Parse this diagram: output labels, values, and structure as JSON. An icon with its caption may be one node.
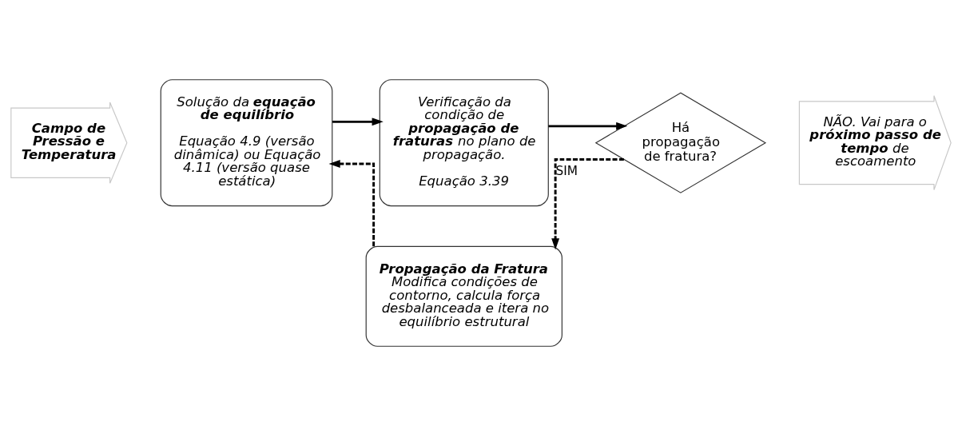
{
  "diagram": {
    "nodes": [
      {
        "text": [
          "Campo de Pressão e Temperatura"
        ]
      },
      {
        "text": [
          "Solução da **equação de equilíbrio**",
          "Equação 4.9 (versão dinâmica) ou Equação 4.11 (versão quase estática)"
        ]
      },
      {
        "text": [
          "Verificação da condição de **propagação de fraturas** no plano de propagação.",
          "Equação 3.39"
        ]
      },
      {
        "text": [
          "Há propagação de fratura?"
        ]
      },
      {
        "text": [
          "NÃO. Vai para o **próximo passo de tempo** de escoamento"
        ]
      },
      {
        "text": [
          "Propagação da Fratura",
          "Modifica condições de contorno, calcula força desbalanceada e itera no equilíbrio estrutural"
        ]
      }
    ],
    "edges": [
      {
        "from": 1,
        "to": 2,
        "arrow": "to"
      },
      {
        "from": 2,
        "to": 3,
        "arrow": "to"
      },
      {
        "from": 3,
        "to": 5,
        "arrow": "to",
        "style": "dashed",
        "label": "SIM"
      },
      {
        "from": 5,
        "to": 1,
        "arrow": "to",
        "style": "dashed"
      }
    ]
  }
}
